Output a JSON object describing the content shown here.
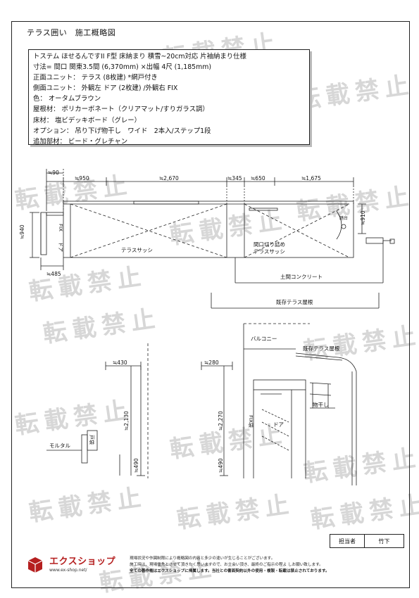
{
  "doc": {
    "title": "テラス囲い　施工概略図"
  },
  "spec_lines": [
    "トステム ほせるんですII F型 床納まり 積雪~20cm対応 片袖納まり仕様",
    "寸法= 間口 関東3.5間 (6,370mm) ×出幅 4尺 (1,185mm)",
    "正面ユニット： テラス (8枚建) *網戸付き",
    "側面ユニット： 外観左 ドア (2枚建) /外観右 FIX",
    "色： オータムブラウン",
    "屋根材： ポリカーボネート（クリアマット/すりガラス調）",
    "床材： 塩ビデッキボード（グレー）",
    "オプション： 吊り下げ物干し　ワイド　2本入/ステップ1段",
    "追加部材： ビード・グレチャン"
  ],
  "plan": {
    "dim_top": [
      "≒90",
      "≒950",
      "≒2,670",
      "≒345",
      "≒650",
      "≒1,675"
    ],
    "dim_left": "≒940",
    "dim_right": "≒910",
    "dim_bottom": "≒485",
    "label_fix": "FIX",
    "label_door": "ドア",
    "label_sash_left": "テラスサッシ",
    "label_sash_right_1": "間口切り詰め",
    "label_sash_right_2": "テラスサッシ",
    "label_step": "踏台",
    "label_concrete": "土間コンクリート",
    "label_roof": "既存テラス屋根"
  },
  "elev_left": {
    "dim_top": "≒430",
    "dim_height": "≒2,130",
    "dim_bottom": "≒490",
    "label_mortar": "モルタル",
    "label_door_fr": "戸袋"
  },
  "elev_right": {
    "label_balcony": "バルコニー",
    "label_roof": "既存テラス屋根",
    "label_laundry": "物干し",
    "label_fix": "FIX袋",
    "label_door": "ドア",
    "dim_top": "≒280",
    "dim_height": "≒2,270",
    "dim_bottom": "≒490"
  },
  "watermark": "転載禁止",
  "footer": {
    "staff_label": "担当者",
    "staff_name": "竹下",
    "brand": "エクスショップ",
    "url": "www.ex-shop.net/",
    "notice": [
      "現場状況や作図制限により概略図の内容と多少の違いが生じることがございます。",
      "施工時は、現場優先とさせて頂きたく思いますので、お立会い頂き、最終のご指示の程よ しお願い致します。",
      "全ての著作権はエクスショップに帰属します。当社との書面契約以外の使用・複製・転載は禁止されております。"
    ]
  },
  "colors": {
    "line": "#222222",
    "watermark": "#d7d7d7",
    "brand": "#b51f1f"
  }
}
